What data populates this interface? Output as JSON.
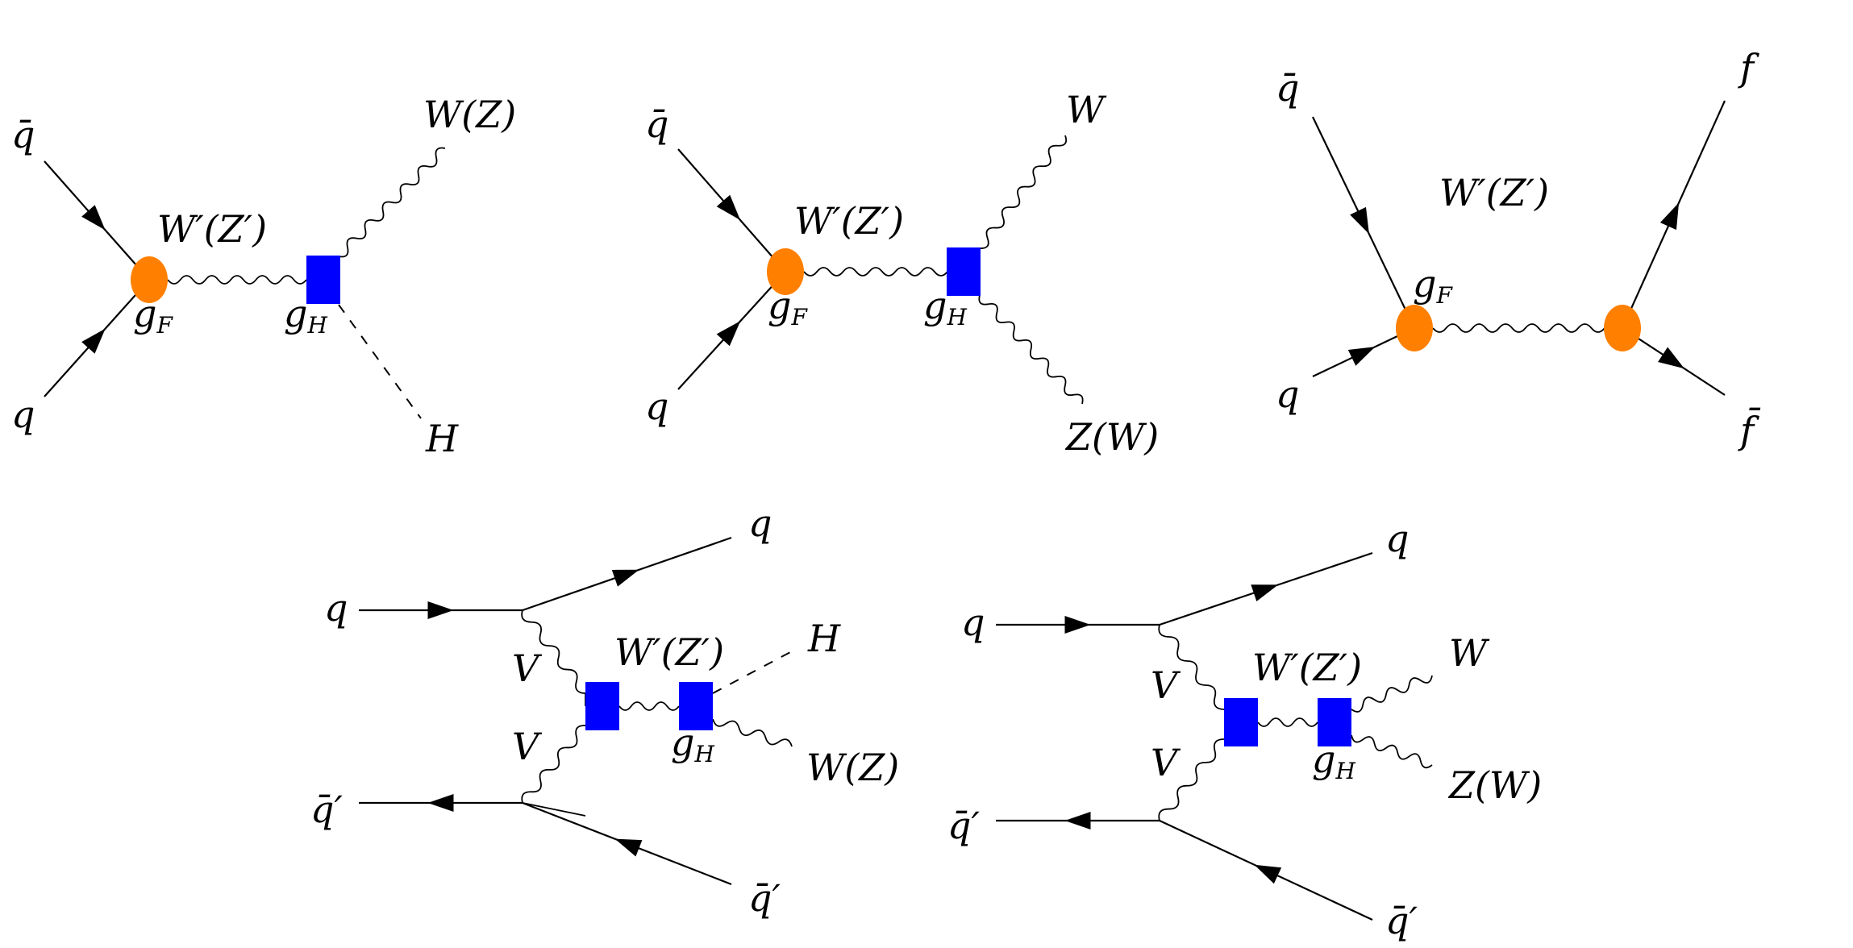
{
  "colors": {
    "fermion_vertex": "#ff8000",
    "heavy_vertex": "#0000ff",
    "line": "#000000",
    "background": "#ffffff"
  },
  "diagrams": [
    {
      "id": "wprime-to-vh",
      "labels": {
        "in_antiquark": "q̄",
        "in_quark": "q",
        "mediator": "W′(Z′)",
        "coupling_f": "g",
        "coupling_f_sub": "F",
        "coupling_h": "g",
        "coupling_h_sub": "H",
        "out_boson": "W(Z)",
        "out_higgs": "H"
      }
    },
    {
      "id": "wprime-to-vv",
      "labels": {
        "in_antiquark": "q̄",
        "in_quark": "q",
        "mediator": "W′(Z′)",
        "coupling_f": "g",
        "coupling_f_sub": "F",
        "coupling_h": "g",
        "coupling_h_sub": "H",
        "out_boson_1": "W",
        "out_boson_2": "Z(W)"
      }
    },
    {
      "id": "wprime-to-ff",
      "labels": {
        "in_antiquark": "q̄",
        "in_quark": "q",
        "mediator": "W′(Z′)",
        "coupling_f": "g",
        "coupling_f_sub": "F",
        "out_fermion": "f",
        "out_antifermion": "f̄"
      }
    },
    {
      "id": "vbf-wprime-to-vh",
      "labels": {
        "in_quark": "q",
        "out_quark": "q",
        "in_antiquark": "q̄′",
        "out_antiquark": "q̄′",
        "v_top": "V",
        "v_bottom": "V",
        "mediator": "W′(Z′)",
        "coupling_h": "g",
        "coupling_h_sub": "H",
        "out_higgs": "H",
        "out_boson": "W(Z)"
      }
    },
    {
      "id": "vbf-wprime-to-vv",
      "labels": {
        "in_quark": "q",
        "out_quark": "q",
        "in_antiquark": "q̄′",
        "out_antiquark": "q̄′",
        "v_top": "V",
        "v_bottom": "V",
        "mediator": "W′(Z′)",
        "coupling_h": "g",
        "coupling_h_sub": "H",
        "out_boson_1": "W",
        "out_boson_2": "Z(W)"
      }
    }
  ]
}
